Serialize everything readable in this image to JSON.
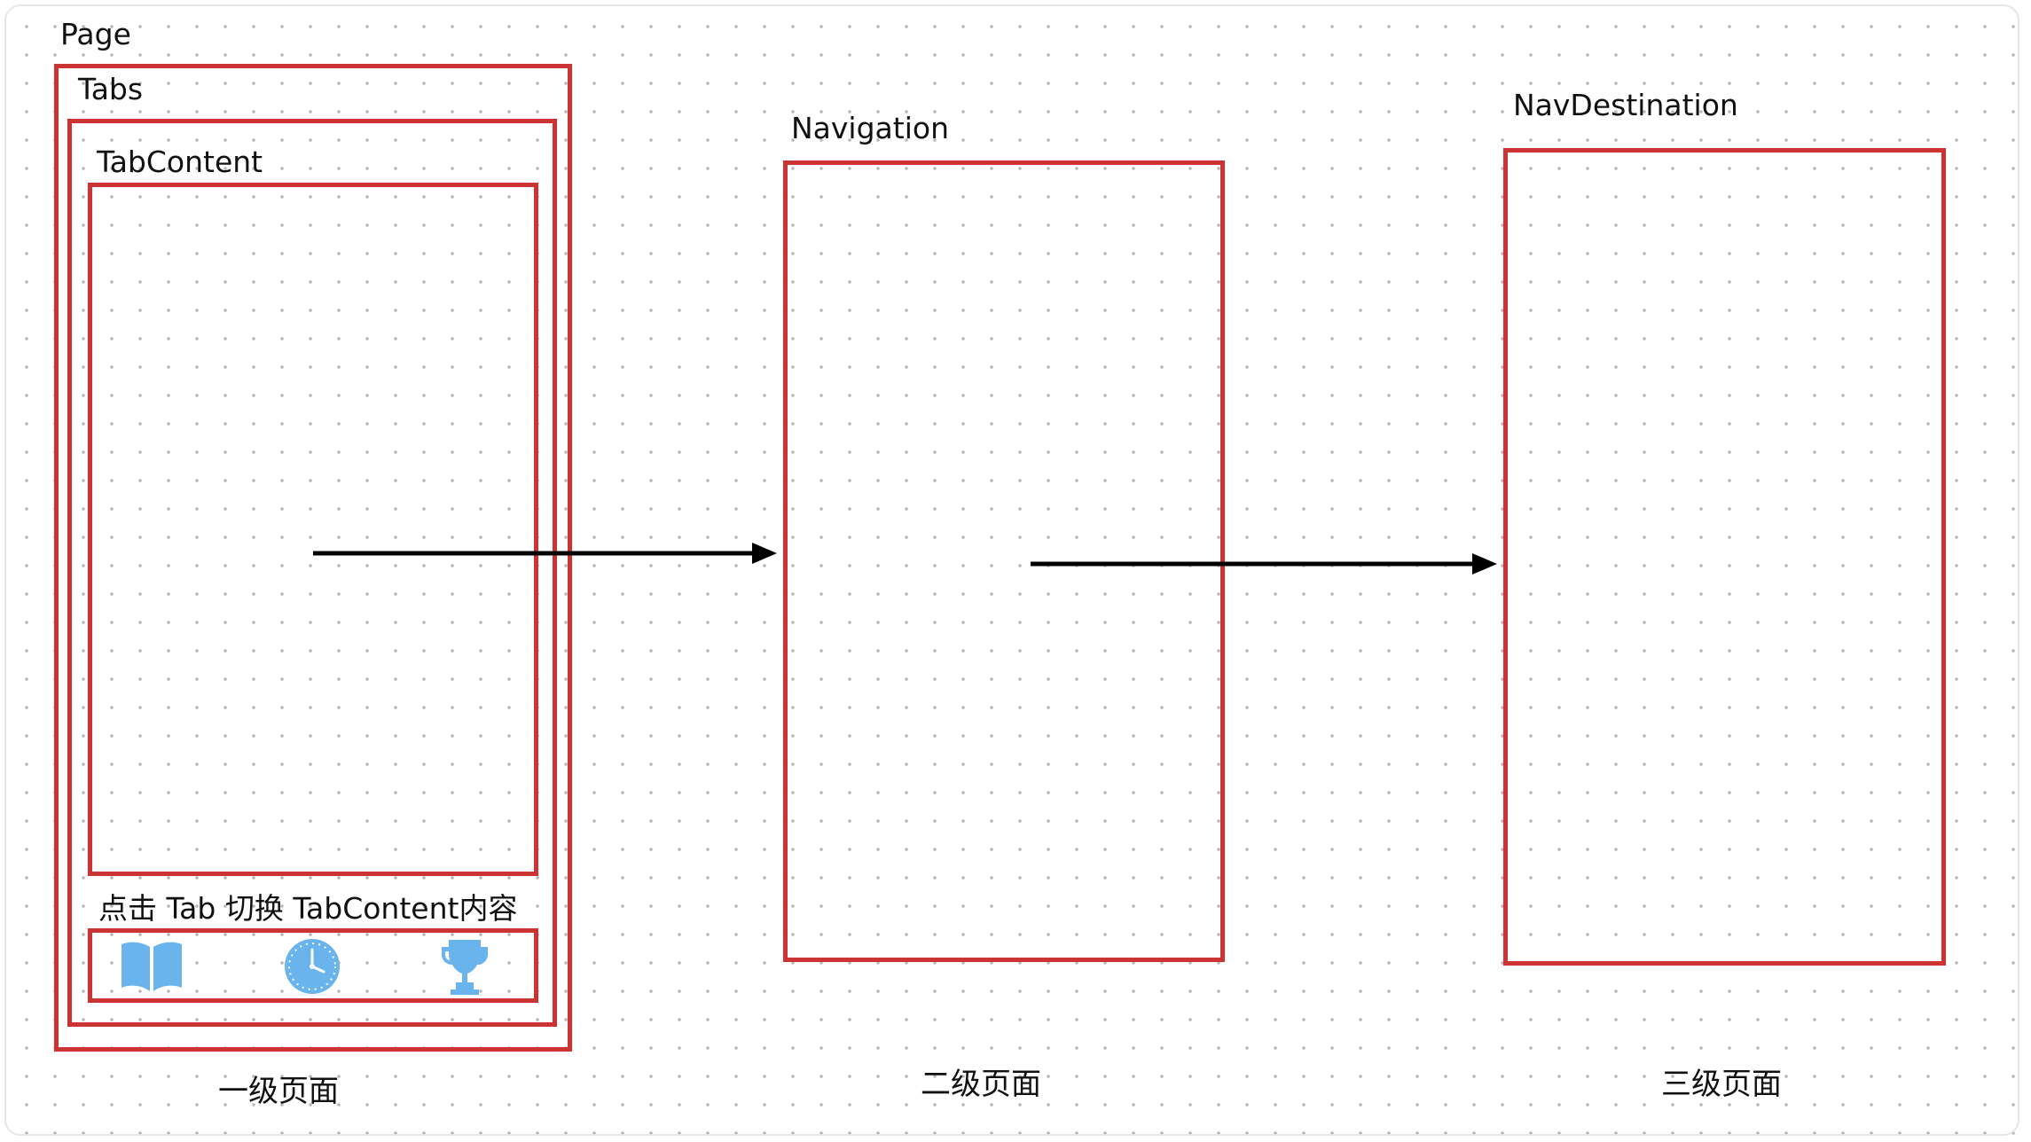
{
  "diagram": {
    "labels": {
      "page": "Page",
      "tabs": "Tabs",
      "tab_content": "TabContent",
      "navigation": "Navigation",
      "nav_destination": "NavDestination",
      "tab_hint": "点击 Tab 切换 TabContent内容"
    },
    "captions": {
      "level1": "一级页面",
      "level2": "二级页面",
      "level3": "三级页面"
    },
    "tab_icons": [
      "book-icon",
      "clock-icon",
      "trophy-icon"
    ],
    "colors": {
      "box_border": "#cc3333",
      "icon": "#6ab4ee",
      "arrow": "#000000"
    }
  }
}
